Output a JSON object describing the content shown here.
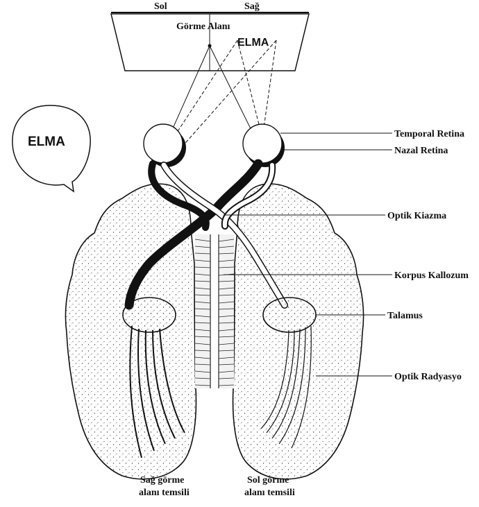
{
  "screen": {
    "left_label": "Sol",
    "right_label": "Sağ",
    "title": "Görme Alanı",
    "object_word": "ELMA"
  },
  "speech_bubble": {
    "text": "ELMA"
  },
  "labels": {
    "temporal_retina": "Temporal Retina",
    "nasal_retina": "Nazal Retina",
    "optic_chiasm": "Optik Kiazma",
    "corpus_callosum": "Korpus Kallozum",
    "thalamus": "Talamus",
    "optic_radiation": "Optik Radyasyo"
  },
  "bottom_labels": {
    "right_field_line1": "Sağ görme",
    "right_field_line2": "alanı temsili",
    "left_field_line1": "Sol görme",
    "left_field_line2": "alanı temsili"
  },
  "colors": {
    "ink": "#111111",
    "background": "#ffffff"
  }
}
